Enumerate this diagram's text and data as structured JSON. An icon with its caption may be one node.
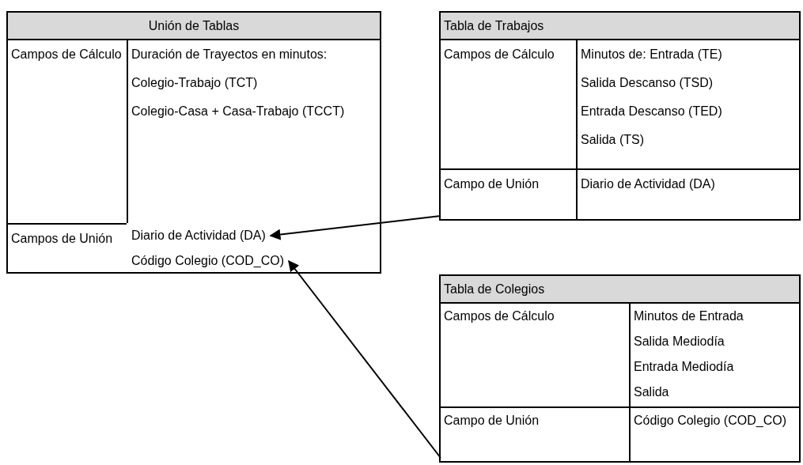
{
  "diagram": {
    "nodes": [
      {
        "text": [
          "Unión de Tablas"
        ]
      },
      {
        "text": [
          "Campos de Cálculo"
        ],
        "in": 0
      },
      {
        "text": [
          "Duración de Trayectos en minutos:",
          "Colegio-Trabajo (TCT)",
          "Colegio-Casa + Casa-Trabajo (TCCT)"
        ],
        "in": 0
      },
      {
        "text": [
          "Campos de Unión"
        ],
        "in": 0
      },
      {
        "text": [
          "Diario de Actividad (DA)"
        ],
        "in": 0
      },
      {
        "text": [
          "Código Colegio (COD_CO)"
        ],
        "in": 0
      },
      {
        "text": [
          "Tabla de Trabajos"
        ]
      },
      {
        "text": [
          "Campos de Cálculo"
        ],
        "in": 6
      },
      {
        "text": [
          "Minutos de: Entrada (TE)",
          "Salida Descanso (TSD)",
          "Entrada Descanso (TED)",
          "Salida (TS)"
        ],
        "in": 6
      },
      {
        "text": [
          "Campo de Unión"
        ],
        "in": 6
      },
      {
        "text": [
          "Diario de Actividad (DA)"
        ],
        "in": 6
      },
      {
        "text": [
          "Tabla de Colegios"
        ]
      },
      {
        "text": [
          "Campos de Cálculo"
        ],
        "in": 11
      },
      {
        "text": [
          "Minutos de Entrada",
          "Salida Mediodía",
          "Entrada Mediodía",
          "Salida"
        ],
        "in": 11
      },
      {
        "text": [
          "Campo de Unión"
        ],
        "in": 11
      },
      {
        "text": [
          "Código Colegio (COD_CO)"
        ],
        "in": 11
      }
    ],
    "edges": [
      {
        "from": 9,
        "to": 4,
        "arrow": "to"
      },
      {
        "from": 14,
        "to": 5,
        "arrow": "to"
      }
    ]
  }
}
